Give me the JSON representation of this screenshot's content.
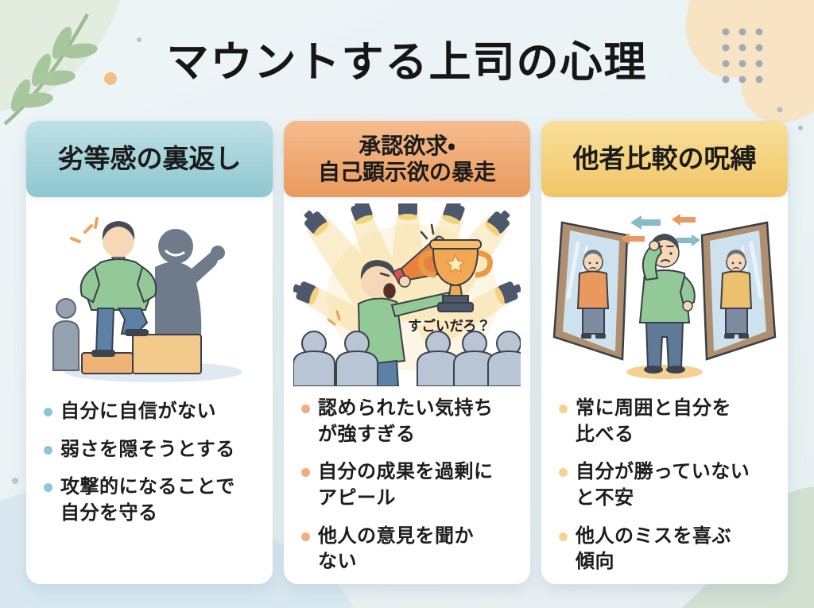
{
  "title": "マウントする上司の心理",
  "background": {
    "base_color": "#eef4f7",
    "decor_green_circle": "#e2ecdf",
    "decor_peach_blob": "#f8e4c3",
    "decor_blue_blob": "#d9e8f0",
    "decor_bottom_green_blob": "#d2e0d1",
    "leaf_color": "#a9c79f",
    "dot_grid_color": "#9fabb9"
  },
  "cards": [
    {
      "id": "inferiority-complex",
      "header_lines": [
        "劣等感の裏返し"
      ],
      "header_color_top": "#bfe0e5",
      "header_color_bottom": "#8ec7d0",
      "bullet_dot_color": "#8cc6da",
      "illustration": "man-posing-on-podium-with-boastful-shadow",
      "bullets": [
        "自分に自信がない",
        "弱さを隠そうとする",
        "攻撃的になることで\n自分を守る"
      ]
    },
    {
      "id": "approval-seeking",
      "header_lines": [
        "承認欲求・",
        "自己顕示欲の暴走"
      ],
      "header_color_top": "#f6bc8e",
      "header_color_bottom": "#e99a5d",
      "bullet_dot_color": "#f0ac83",
      "illustration": "man-with-megaphone-and-trophy-under-spotlights",
      "speech_text": "すごいだろ？",
      "bullets": [
        "認められたい気持ち\nが強すぎる",
        "自分の成果を過剰に\nアピール",
        "他人の意見を聞か\nない"
      ]
    },
    {
      "id": "other-comparison",
      "header_lines": [
        "他者比較の呪縛"
      ],
      "header_color_top": "#f9df9b",
      "header_color_bottom": "#f0c666",
      "bullet_dot_color": "#f3d68c",
      "illustration": "worried-man-between-two-mirrors-comparing-himself",
      "bullets": [
        "常に周囲と自分を\n比べる",
        "自分が勝っていない\nと不安",
        "他人のミスを喜ぶ\n傾向"
      ]
    }
  ]
}
